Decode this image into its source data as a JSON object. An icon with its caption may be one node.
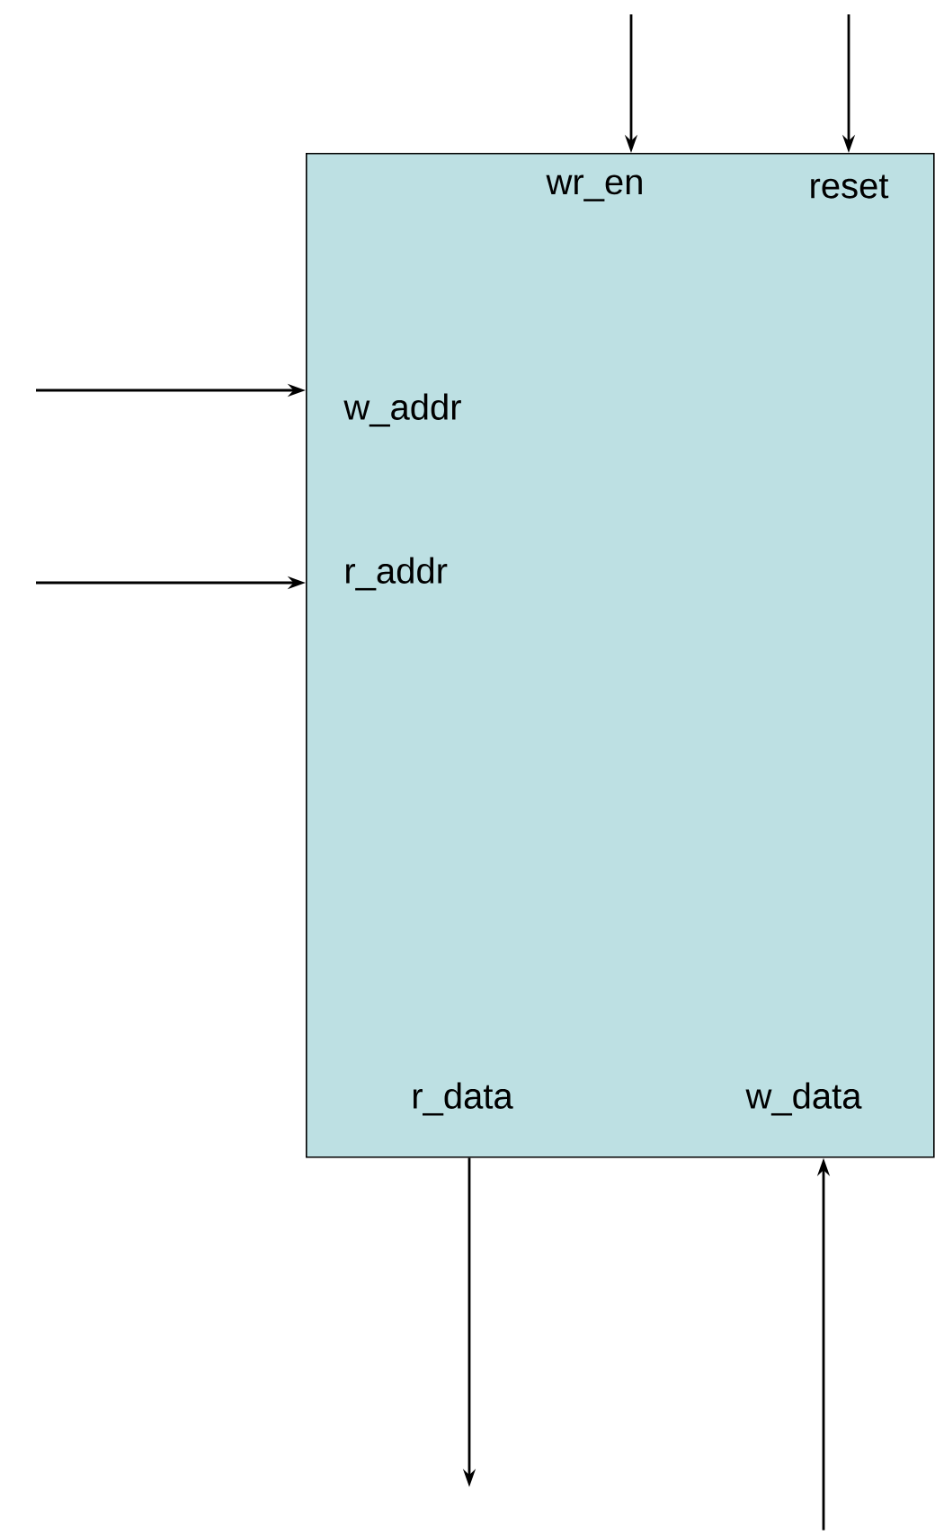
{
  "diagram": {
    "nodes": [
      {
        "text": [],
        "shape": "box"
      },
      {
        "text": [
          "wr_en"
        ],
        "in": 0
      },
      {
        "text": [
          "reset"
        ],
        "in": 0
      },
      {
        "text": [
          "w_addr"
        ],
        "in": 0
      },
      {
        "text": [
          "r_addr"
        ],
        "in": 0
      },
      {
        "text": [
          "r_data"
        ],
        "in": 0
      },
      {
        "text": [
          "w_data"
        ],
        "in": 0
      }
    ],
    "edges": [
      {
        "from": null,
        "to": 1,
        "arrow": "to"
      },
      {
        "from": null,
        "to": 2,
        "arrow": "to"
      },
      {
        "from": null,
        "to": 3,
        "arrow": "to"
      },
      {
        "from": null,
        "to": 4,
        "arrow": "to"
      },
      {
        "from": 5,
        "to": null,
        "arrow": "to"
      },
      {
        "from": null,
        "to": 6,
        "arrow": "to"
      }
    ]
  }
}
